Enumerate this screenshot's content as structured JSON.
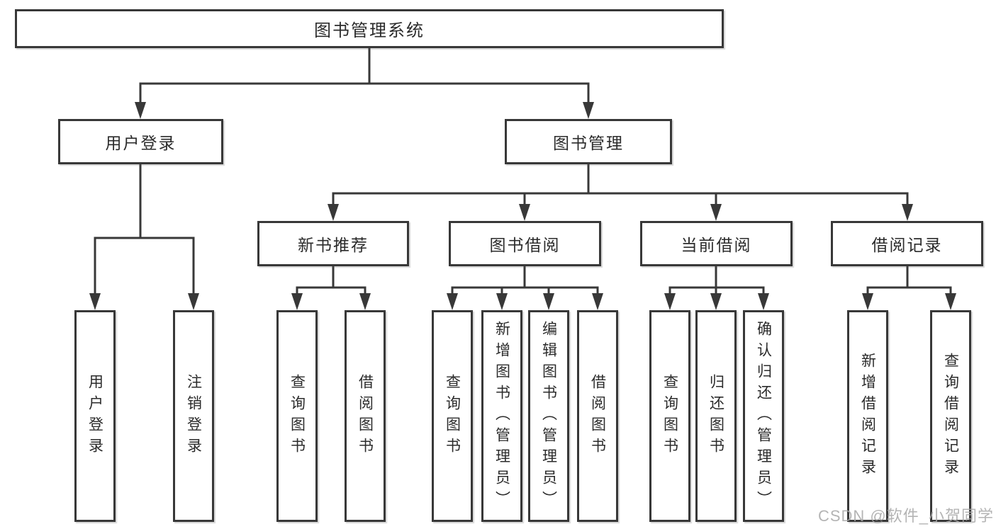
{
  "colors": {
    "line": "#383838",
    "text": "#2b2b2b",
    "watermark": "#a8a8a8",
    "background": "#ffffff"
  },
  "watermark": {
    "text": "CSDN @软件_小贺同学"
  },
  "nodes": {
    "root": {
      "label": "图书管理系统"
    },
    "login": {
      "label": "用户登录",
      "leaves": [
        "用户登录",
        "注销登录"
      ]
    },
    "mgmt": {
      "label": "图书管理",
      "groups": [
        {
          "label": "新书推荐",
          "leaves": [
            "查询图书",
            "借阅图书"
          ]
        },
        {
          "label": "图书借阅",
          "leaves": [
            "查询图书",
            "新增图书（管理员）",
            "编辑图书（管理员）",
            "借阅图书"
          ]
        },
        {
          "label": "当前借阅",
          "leaves": [
            "查询图书",
            "归还图书",
            "确认归还（管理员）"
          ]
        },
        {
          "label": "借阅记录",
          "leaves": [
            "新增借阅记录",
            "查询借阅记录"
          ]
        }
      ]
    }
  }
}
